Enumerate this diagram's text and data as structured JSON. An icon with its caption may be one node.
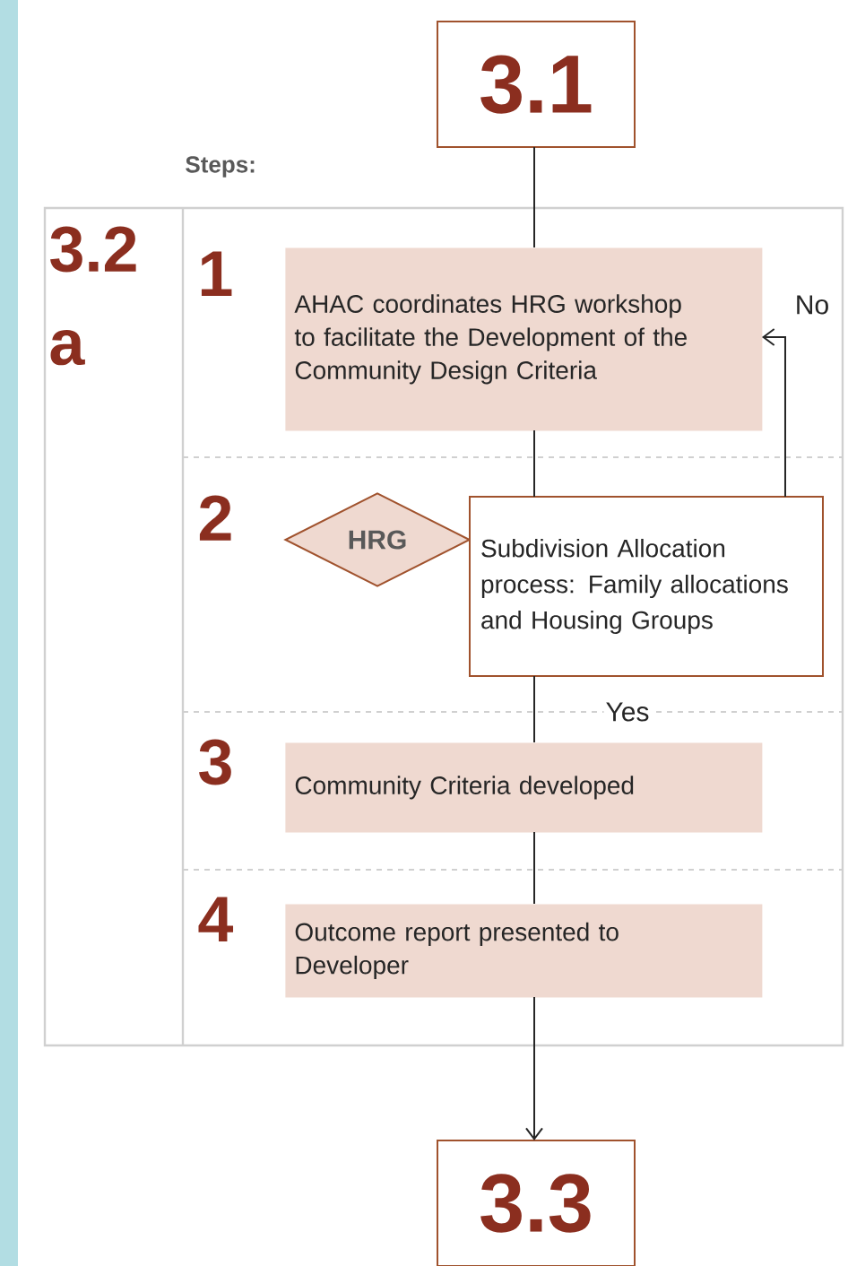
{
  "diagram": {
    "nodes": [
      {
        "text": [
          "3.1"
        ]
      },
      {
        "text": [
          "Steps:",
          "3.2 a"
        ]
      },
      {
        "text": [
          "AHAC coordinates HRG workshop to facilitate the Development of the Community Design Criteria"
        ],
        "in": 1,
        "beside": [
          "1"
        ]
      },
      {
        "text": [
          "HRG"
        ],
        "in": 1,
        "beside": [
          "2"
        ]
      },
      {
        "text": [
          "Subdivision Allocation process: Family allocations and Housing Groups"
        ],
        "in": 1
      },
      {
        "text": [
          "Community Criteria developed"
        ],
        "in": 1,
        "beside": [
          "3"
        ]
      },
      {
        "text": [
          "Outcome report presented to Developer"
        ],
        "in": 1,
        "beside": [
          "4"
        ]
      },
      {
        "text": [
          "3.3"
        ]
      }
    ],
    "edges": [
      {
        "from": 0,
        "to": 2,
        "arrow": "none"
      },
      {
        "from": 2,
        "to": 4,
        "arrow": "none"
      },
      {
        "from": 4,
        "to": 2,
        "arrow": "to",
        "label": "No"
      },
      {
        "from": 4,
        "to": 5,
        "arrow": "none",
        "label": "Yes"
      },
      {
        "from": 5,
        "to": 6,
        "arrow": "none"
      },
      {
        "from": 6,
        "to": 7,
        "arrow": "to"
      }
    ]
  }
}
